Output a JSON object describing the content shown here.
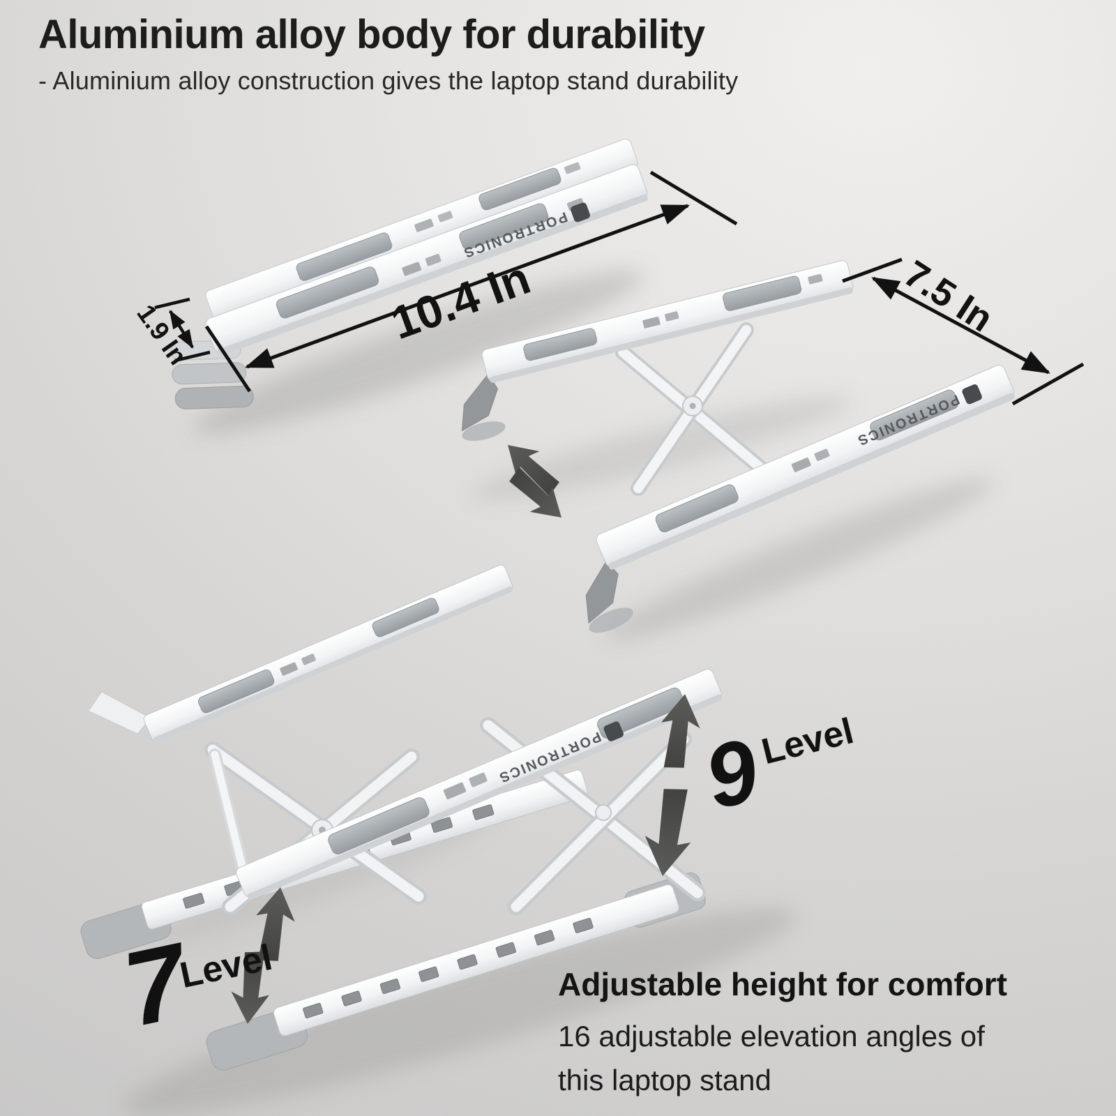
{
  "header": {
    "title": "Aluminium alloy body for durability",
    "subtitle": "- Aluminium alloy construction gives the laptop stand durability"
  },
  "brand": {
    "name": "PORTRONICS"
  },
  "dimensions": {
    "length": "10.4 In",
    "thickness": "1.9 In",
    "width": "7.5 In"
  },
  "levels": {
    "back": {
      "value": "9",
      "label": "Level"
    },
    "front": {
      "value": "7",
      "label": "Level"
    }
  },
  "footer": {
    "title": "Adjustable height for comfort",
    "line1": "16 adjustable elevation angles of",
    "line2": "this laptop stand"
  },
  "colors": {
    "ink": "#161616",
    "dimension_line": "#121212",
    "arrow_gray": "#4e4e4c",
    "product_white": "#f5f6f7",
    "pad_gray": "#a3a9ad",
    "foot_gray": "#b4b7b9",
    "background_center": "#d9d8d6",
    "background_edge": "#c9c8c8",
    "background_highlight": "#f1f0ee"
  }
}
